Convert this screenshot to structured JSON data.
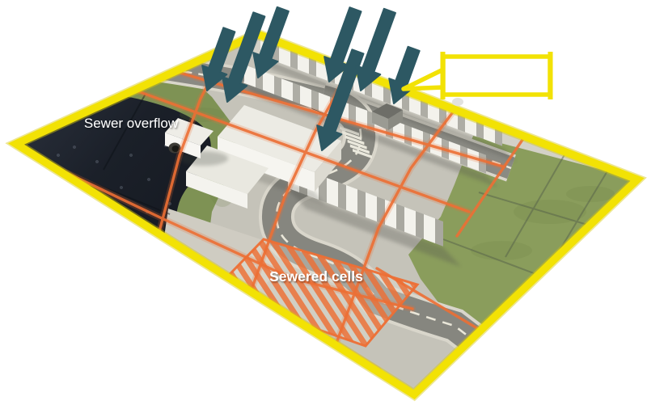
{
  "scene": {
    "description": "3D urban drainage model diagram with sewered cells grid, sewer overflow outfall to water body, terraced buildings, roads and rainfall arrows",
    "labels": {
      "sewer_overflow": "Sewer overflow",
      "sewered_cells": "Sewered cells",
      "callout_text": ""
    },
    "arrows": {
      "meaning": "rainfall",
      "count": 7
    },
    "colors": {
      "background": "#ffffff",
      "boundary_yellow": "#f2e205",
      "boundary_yellow_under": "#d8c80e",
      "grid_orange": "#ed6f35",
      "arrow_teal": "#2d5863",
      "water_dark": "#161a22",
      "water_light": "#2b313d",
      "grass_left": "#7e9254",
      "grass_right": "#8a9d5c",
      "road_asphalt": "#8a8a83",
      "curb_concrete": "#d9d6cb",
      "ground_concrete": "#c5c3b9",
      "sidewalk_concrete": "#d3d1c7",
      "building_white": "#f3f2ec",
      "building_shade": "#aeada5",
      "label_text": "#ffffff"
    }
  }
}
